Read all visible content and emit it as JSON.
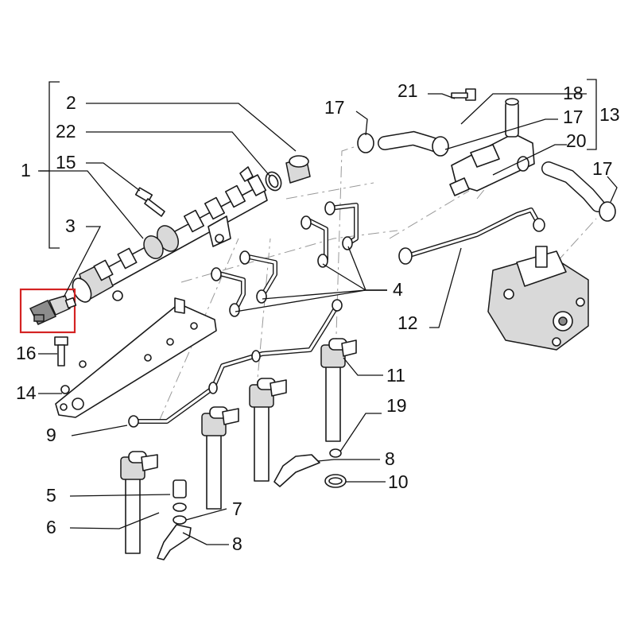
{
  "labels": {
    "l1": "1",
    "l2": "2",
    "l3": "3",
    "l4": "4",
    "l5": "5",
    "l6": "6",
    "l7": "7",
    "l8a": "8",
    "l8b": "8",
    "l9": "9",
    "l10": "10",
    "l11": "11",
    "l12": "12",
    "l13": "13",
    "l14": "14",
    "l15": "15",
    "l16": "16",
    "l17a": "17",
    "l17b": "17",
    "l17c": "17",
    "l18": "18",
    "l19": "19",
    "l20": "20",
    "l21": "21",
    "l22": "22"
  },
  "colors": {
    "highlight": "#d42323",
    "line": "#111111"
  }
}
